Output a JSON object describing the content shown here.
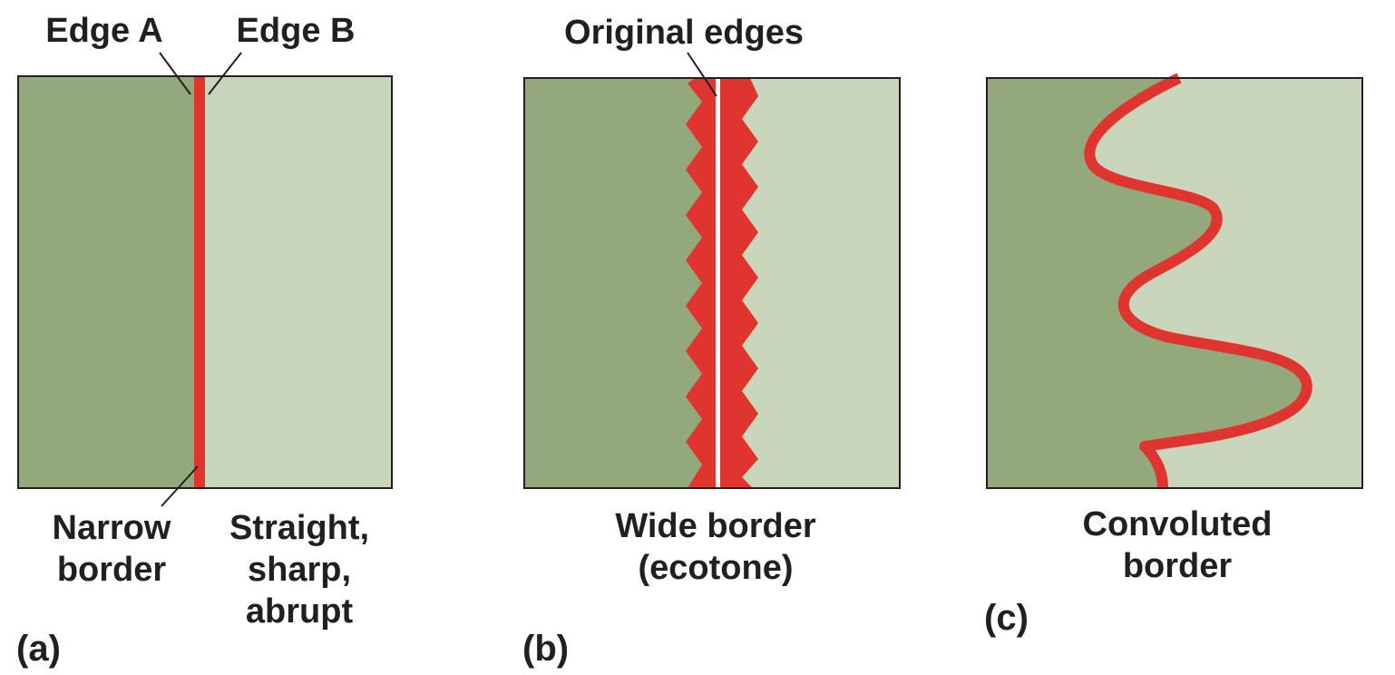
{
  "colors": {
    "dark_patch": "#93a97c",
    "light_patch": "#c9d6bb",
    "border": "#e0342e",
    "outline": "#231f20",
    "text": "#231f20"
  },
  "panel_a": {
    "label": "(a)",
    "edge_a": "Edge A",
    "edge_b": "Edge B",
    "narrow_line1": "Narrow",
    "narrow_line2": "border",
    "straight_line1": "Straight,",
    "straight_line2": "sharp,",
    "straight_line3": "abrupt"
  },
  "panel_b": {
    "label": "(b)",
    "original_edges": "Original edges",
    "wide_line1": "Wide border",
    "wide_line2": "(ecotone)"
  },
  "panel_c": {
    "label": "(c)",
    "conv_line1": "Convoluted",
    "conv_line2": "border"
  }
}
